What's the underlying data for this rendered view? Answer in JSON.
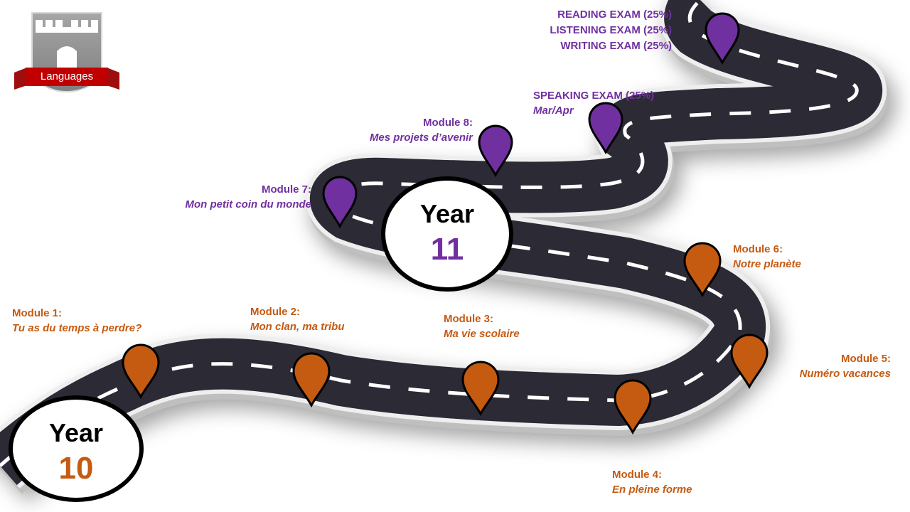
{
  "logo": {
    "banner_text": "Languages"
  },
  "colors": {
    "year10_accent": "#c55a11",
    "year11_accent": "#7030a0",
    "road": "#2b2a35",
    "road_edge": "#d9d9d9"
  },
  "year10": {
    "word": "Year",
    "number": "10"
  },
  "year11": {
    "word": "Year",
    "number": "11"
  },
  "modules": [
    {
      "title": "Module 1:",
      "subtitle": "Tu as du temps à perdre?"
    },
    {
      "title": "Module 2:",
      "subtitle": "Mon clan, ma tribu"
    },
    {
      "title": "Module 3:",
      "subtitle": "Ma vie scolaire"
    },
    {
      "title": "Module 4:",
      "subtitle": "En pleine forme"
    },
    {
      "title": "Module 5:",
      "subtitle": "Numéro vacances"
    },
    {
      "title": "Module 6:",
      "subtitle": "Notre planète"
    },
    {
      "title": "Module 7:",
      "subtitle": "Mon petit coin du monde"
    },
    {
      "title": "Module 8:",
      "subtitle": "Mes projets d’avenir"
    }
  ],
  "speaking": {
    "title": "SPEAKING EXAM (25%)",
    "subtitle": "Mar/Apr"
  },
  "final_exams": [
    "READING EXAM (25%)",
    "LISTENING EXAM (25%)",
    "WRITING EXAM (25%)"
  ]
}
